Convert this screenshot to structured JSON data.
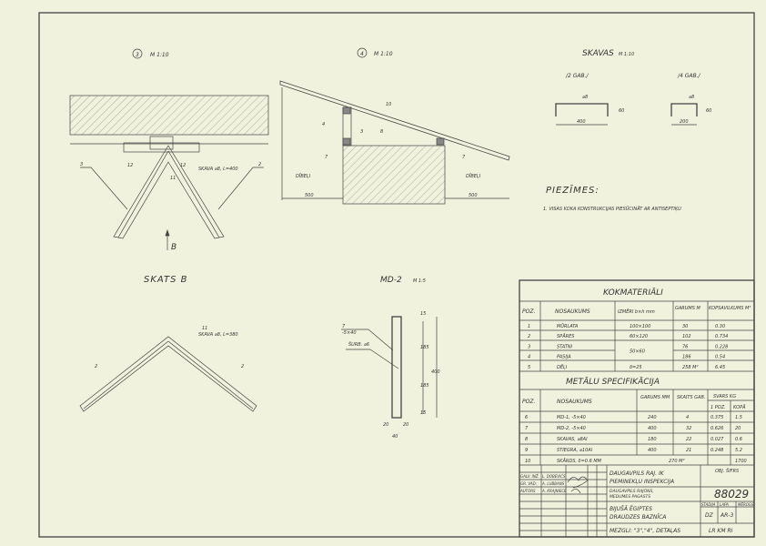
{
  "details": {
    "d3": {
      "num": "3",
      "scale": "M 1:10",
      "labels": [
        "3",
        "12",
        "11",
        "12",
        "SKAVA ⌀8, L=400",
        "2"
      ],
      "view_arrow": "B"
    },
    "d4": {
      "num": "4",
      "scale": "M 1:10",
      "labels": [
        "10",
        "4",
        "3",
        "8",
        "7",
        "7",
        "DĪBEĻI",
        "DĪBEĻI"
      ],
      "dims": [
        "500",
        "500"
      ]
    },
    "skavas": {
      "title": "SKAVAS",
      "scale": "M 1:10",
      "left": {
        "qty": "/2 GAB./",
        "dia": "⌀8",
        "length": "400",
        "height": "60"
      },
      "right": {
        "qty": "/4 GAB./",
        "dia": "⌀8",
        "length": "200",
        "height": "60"
      }
    },
    "notes": {
      "title": "PIEZĪMES:",
      "items": [
        "1. VISAS KOKA KONSTRUKCIJAS PIESŪCINĀT AR ANTISEPTIĶU"
      ]
    },
    "skats_b": {
      "title": "SKATS B",
      "labels": [
        "11",
        "SKAVA ⌀8, L=380",
        "2",
        "2"
      ]
    },
    "md2": {
      "title": "MD-2",
      "scale": "M 1:5",
      "labels": [
        "7",
        "-5×40",
        "ŠURB. ⌀6"
      ],
      "dims": [
        "15",
        "185",
        "185",
        "15",
        "400",
        "20",
        "20",
        "40"
      ]
    }
  },
  "kokmateriali": {
    "title": "KOKMATERIĀLI",
    "headers": [
      "POZ.",
      "NOSAUKUMS",
      "IZMĒRI b×h mm",
      "GARUMS M",
      "KOPSAVILKUMS M³"
    ],
    "rows": [
      [
        "1",
        "MŪRLATA",
        "100×100",
        "30",
        "0.30"
      ],
      [
        "2",
        "SPĀRES",
        "60×120",
        "102",
        "0.734"
      ],
      [
        "3",
        "STATNI",
        "50×60",
        "76",
        "0.228"
      ],
      [
        "4",
        "PASIJA",
        "",
        "186",
        "0.54"
      ],
      [
        "5",
        "DĒĻI",
        "δ=25",
        "258 M²",
        "6.45"
      ]
    ]
  },
  "metalu": {
    "title": "METĀLU SPECIFIKĀCIJA",
    "headers": [
      "POZ.",
      "NOSAUKUMS",
      "GARUMS MM",
      "SKAITS GAB.",
      "SVARS KG",
      "1 POZ.",
      "KOPĀ"
    ],
    "rows": [
      [
        "6",
        "MD-1, -5×40",
        "240",
        "4",
        "0.375",
        "1.5"
      ],
      [
        "7",
        "MD-2, -5×40",
        "400",
        "32",
        "0.626",
        "20"
      ],
      [
        "8",
        "SKAVAS, ⌀8AI",
        "180",
        "22",
        "0.027",
        "0.6"
      ],
      [
        "9",
        "STIEGRA, ⌀10AI",
        "400",
        "21",
        "0.248",
        "5.2"
      ],
      [
        "10",
        "SKĀRDS, δ=0.6 MM",
        "270 M²",
        "",
        "",
        "1700"
      ]
    ]
  },
  "title_block": {
    "staff": [
      [
        "GALV. INŽ.",
        "L. DOBEVIĆS"
      ],
      [
        "GR. VAD.",
        "A. LUBBANS"
      ],
      [
        "AUTORS",
        "A. KRAJNIECE"
      ]
    ],
    "org1": "DAUGAVPILS RAJ. IK",
    "org2": "PIEMINEKĻU INSPEKCIJA",
    "loc1": "DAUGAVPILS RAJONS,",
    "loc2": "MEDUMES PAGASTS",
    "obj1": "BIJUŠĀ ĒGIPTES",
    "obj2": "DRAUDZES BAZNĪCA",
    "sheet_title": "MEZGLI: \"3\",\"4\", DETAĻAS",
    "code_label": "OBJ. ŠIFRS",
    "code": "88029",
    "stadija_label": "STADIJA",
    "lapa_label": "LAPA",
    "merogs_label": "MĒROGS",
    "stadija": "DZ",
    "lapa": "AR-3",
    "org_code": "LR KM RI"
  }
}
